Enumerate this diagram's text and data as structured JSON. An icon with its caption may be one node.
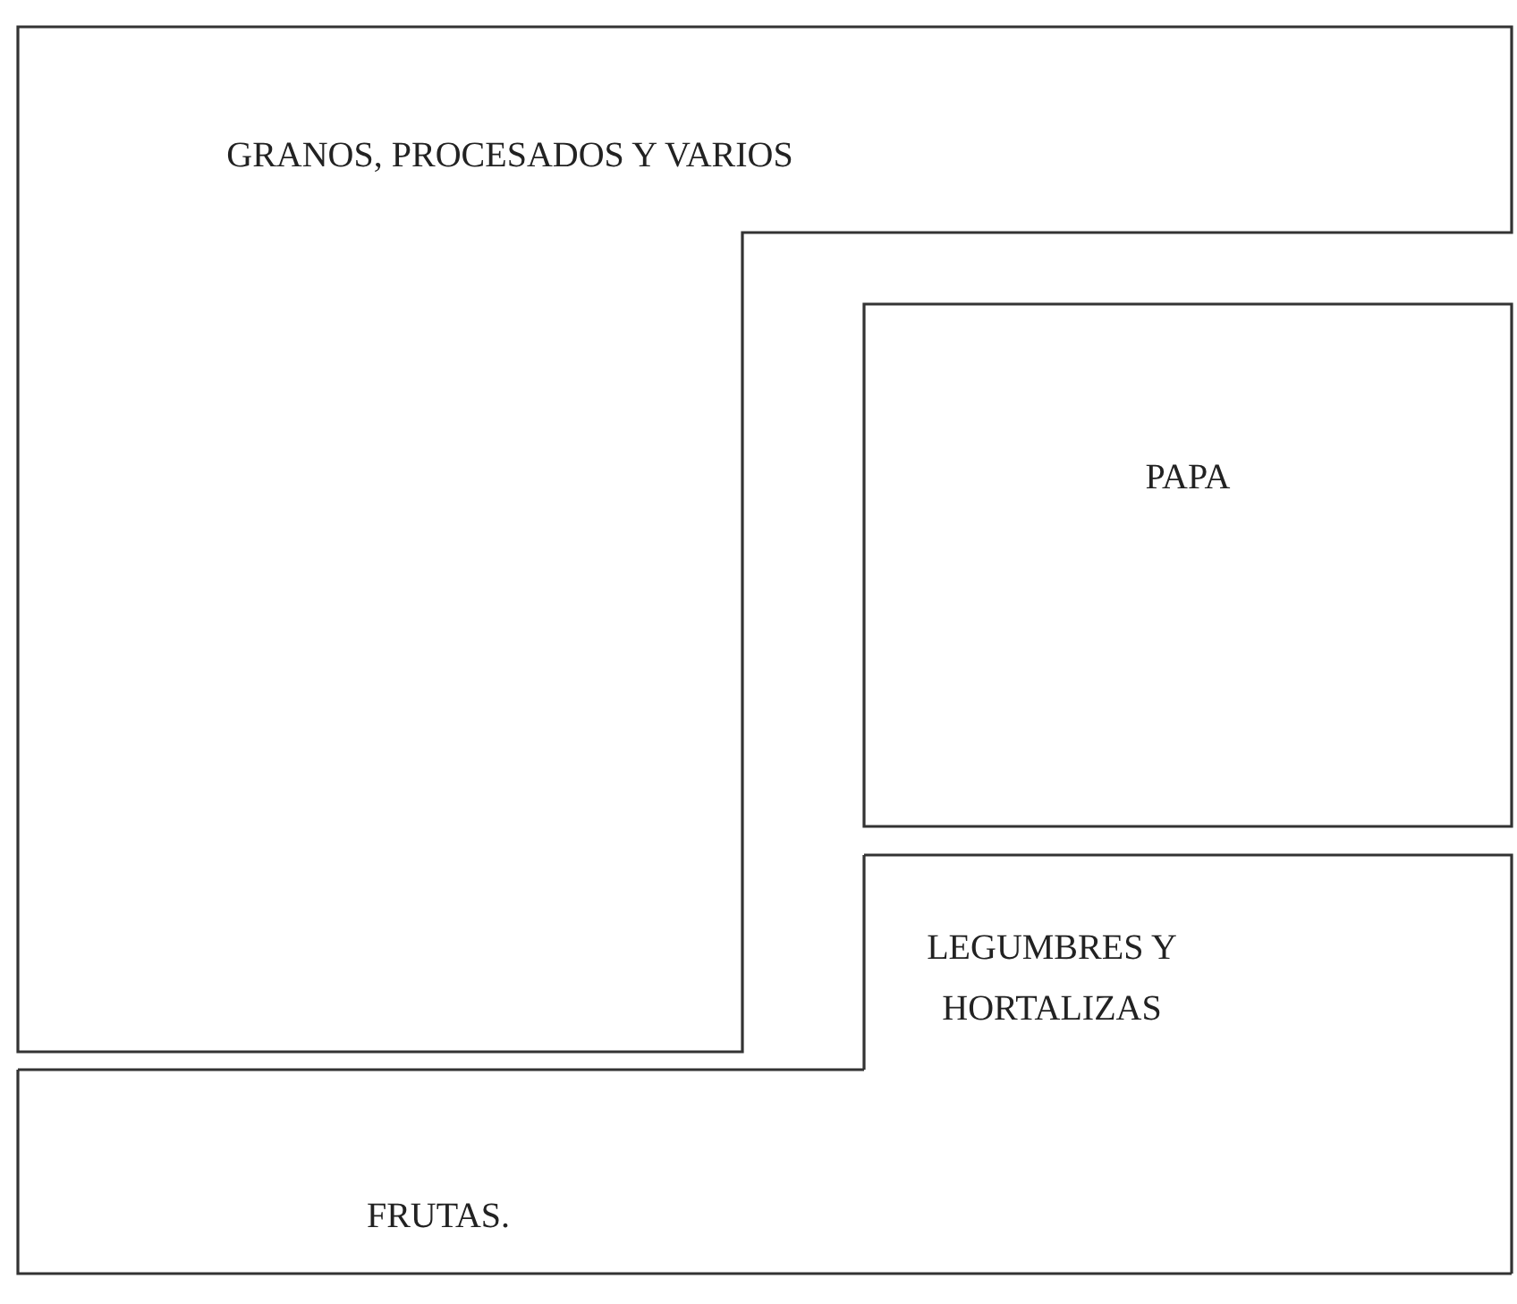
{
  "diagram": {
    "nodes": [
      {
        "text": [
          "GRANOS, PROCESADOS Y VARIOS"
        ]
      },
      {
        "text": [
          "PAPA"
        ]
      },
      {
        "text": [
          "LEGUMBRES Y HORTALIZAS"
        ]
      },
      {
        "text": [
          "FRUTAS."
        ]
      }
    ]
  }
}
